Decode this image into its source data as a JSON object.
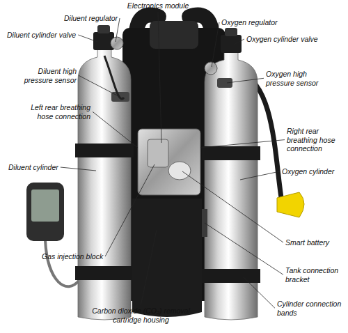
{
  "diagram": {
    "labels": [
      "Electronics module",
      "Diluent regulator",
      "Diluent cylinder valve",
      "Oxygen regulator",
      "Oxygen cylinder valve",
      "Diluent high pressure sensor",
      "Oxygen high pressure sensor",
      "Left rear breathing hose connection",
      "Right rear breathing hose connection",
      "Diluent cylinder",
      "Oxygen cylinder",
      "Smart battery",
      "Gas injection block",
      "Tank connection bracket",
      "Carbon dioxide (CO₂) removal cartridge housing",
      "Cylinder connection bands"
    ]
  }
}
